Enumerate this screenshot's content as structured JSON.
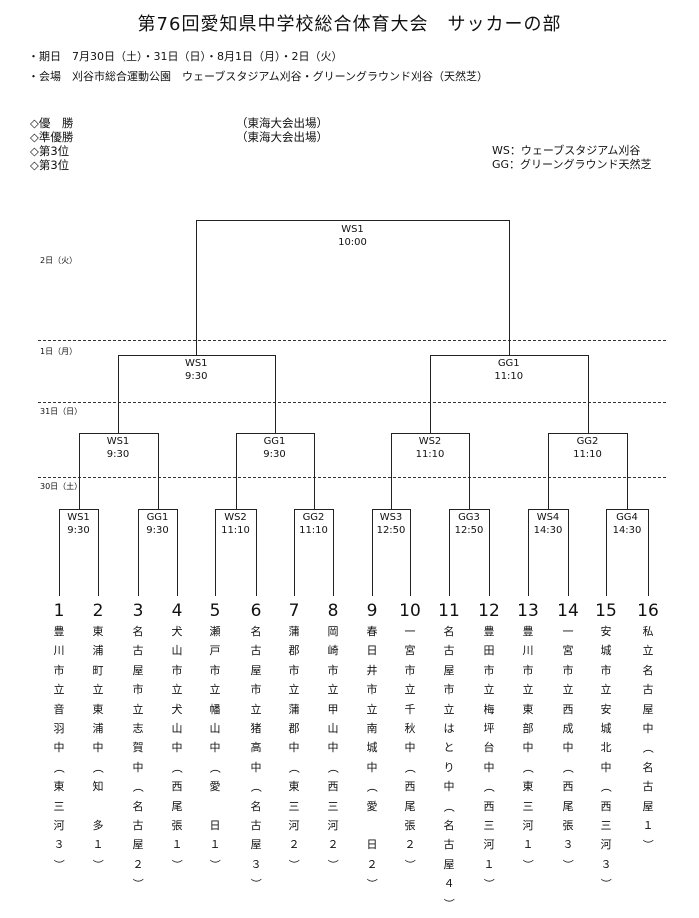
{
  "title": "第76回愛知県中学校総合体育大会　サッカーの部",
  "info": {
    "dates": "・期日　7月30日（土）・31日（日）・8月1日（月）・2日（火）",
    "venue": "・会場　刈谷市総合運動公園　ウェーブスタジアム刈谷・グリーングラウンド刈谷（天然芝）"
  },
  "results": [
    {
      "label": "◇優　勝",
      "note": "（東海大会出場）"
    },
    {
      "label": "◇準優勝",
      "note": "（東海大会出場）"
    },
    {
      "label": "◇第3位",
      "note": ""
    },
    {
      "label": "◇第3位",
      "note": ""
    }
  ],
  "legend": {
    "ws": "WS：ウェーブスタジアム刈谷",
    "gg": "GG：グリーングラウンド天然芝"
  },
  "days": {
    "d2": "2日（火）",
    "d1": "1日（月）",
    "d31": "31日（日）",
    "d30": "30日（土）"
  },
  "matches": {
    "r1": [
      {
        "venue": "WS1",
        "time": "9:30"
      },
      {
        "venue": "GG1",
        "time": "9:30"
      },
      {
        "venue": "WS2",
        "time": "11:10"
      },
      {
        "venue": "GG2",
        "time": "11:10"
      },
      {
        "venue": "WS3",
        "time": "12:50"
      },
      {
        "venue": "GG3",
        "time": "12:50"
      },
      {
        "venue": "WS4",
        "time": "14:30"
      },
      {
        "venue": "GG4",
        "time": "14:30"
      }
    ],
    "r2": [
      {
        "venue": "WS1",
        "time": "9:30"
      },
      {
        "venue": "GG1",
        "time": "9:30"
      },
      {
        "venue": "WS2",
        "time": "11:10"
      },
      {
        "venue": "GG2",
        "time": "11:10"
      }
    ],
    "sf": [
      {
        "venue": "WS1",
        "time": "9:30"
      },
      {
        "venue": "GG1",
        "time": "11:10"
      }
    ],
    "final": {
      "venue": "WS1",
      "time": "10:00"
    }
  },
  "teams": [
    {
      "num": "1",
      "school": "豊川市立音羽中（東三河３）"
    },
    {
      "num": "2",
      "school": "東浦町立東浦中（知　多１）"
    },
    {
      "num": "3",
      "school": "名古屋市立志賀中（名古屋２）"
    },
    {
      "num": "4",
      "school": "犬山市立犬山中（西尾張１）"
    },
    {
      "num": "5",
      "school": "瀬戸市立幡山中（愛　日１）"
    },
    {
      "num": "6",
      "school": "名古屋市立猪高中（名古屋３）"
    },
    {
      "num": "7",
      "school": "蒲郡市立蒲郡中（東三河２）"
    },
    {
      "num": "8",
      "school": "岡崎市立甲山中（西三河２）"
    },
    {
      "num": "9",
      "school": "春日井市立南城中（愛　日２）"
    },
    {
      "num": "10",
      "school": "一宮市立千秋中（西尾張２）"
    },
    {
      "num": "11",
      "school": "名古屋市立はとり中（名古屋４）"
    },
    {
      "num": "12",
      "school": "豊田市立梅坪台中（西三河１）"
    },
    {
      "num": "13",
      "school": "豊川市立東部中（東三河１）"
    },
    {
      "num": "14",
      "school": "一宮市立西成中（西尾張３）"
    },
    {
      "num": "15",
      "school": "安城市立安城北中（西三河３）"
    },
    {
      "num": "16",
      "school": "私立名古屋中（名古屋１）"
    }
  ]
}
